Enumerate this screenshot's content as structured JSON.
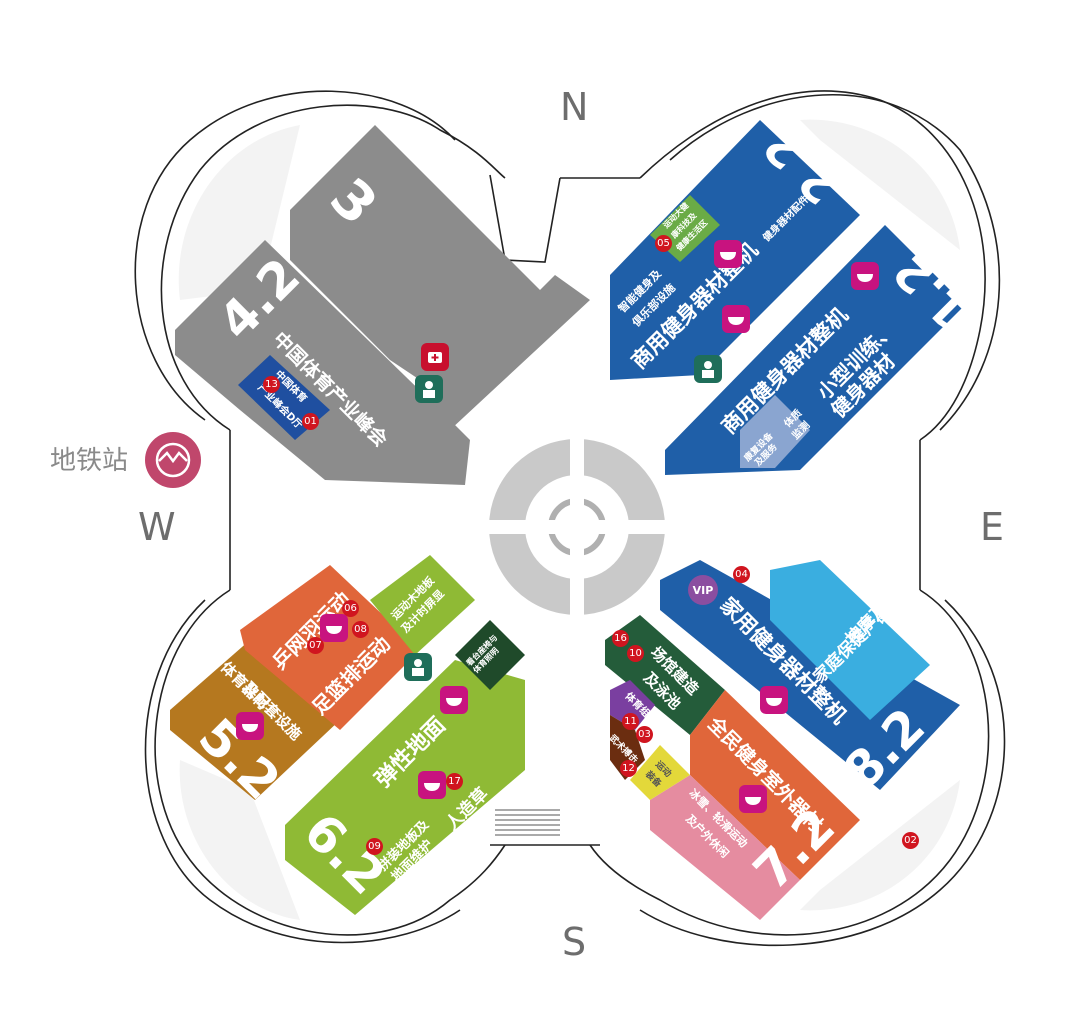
{
  "compass": {
    "north": "N",
    "south": "S",
    "east": "E",
    "west": "W"
  },
  "metro": {
    "label": "地铁站",
    "icon": "metro-icon",
    "color": "#c0476c"
  },
  "colors": {
    "gray_hall": "#8c8c8c",
    "blue_hall": "#1f5fa8",
    "light_blue": "#3aaee0",
    "orange": "#e0663a",
    "brown": "#b5781f",
    "green": "#8fba35",
    "dark_green": "#1f5a32",
    "pink": "#e58ca0",
    "food": "#c8137f",
    "badge": "#d0151f"
  },
  "halls": {
    "h3": {
      "number": "3"
    },
    "h42": {
      "number": "4.2",
      "label": "中国体育产业峰会",
      "sub1": "中国体育",
      "sub2": "产业峰会D厅"
    },
    "h22": {
      "number": "2.2",
      "label": "商用健身器材整机",
      "sub_fitness_parts": "健身器材配件",
      "sub_smart_gym_l1": "智能健身及",
      "sub_smart_gym_l2": "俱乐部设施",
      "sub_sports_l1": "运动大健",
      "sub_sports_l2": "康科技及",
      "sub_sports_l3": "健康生活区"
    },
    "h12": {
      "number": "1.2",
      "label": "商用健身器材整机",
      "sub_small_l1": "小型训练、",
      "sub_small_l2": "健身器材",
      "sub_rehab_l1": "康复设备",
      "sub_rehab_l2": "及服务",
      "sub_test_l1": "体质",
      "sub_test_l2": "监测"
    },
    "h82": {
      "number": "8.2",
      "label": "家用健身器材整机",
      "sub_massage_l1": "按摩及",
      "sub_massage_l2": "家庭保健产品"
    },
    "h72": {
      "number": "7.2",
      "label": "全民健身室外器材",
      "sub_venue_l1": "场馆建造",
      "sub_venue_l2": "及泳池",
      "sub_org": "体育组织",
      "sub_martial_l1": "武术搏击",
      "sub_run_l1": "运动",
      "sub_run_l2": "装备",
      "sub_ice_l1": "冰雪、轮滑运动",
      "sub_ice_l2": "及户外休闲"
    },
    "h52": {
      "number": "5.2",
      "label_l1": "体育器材",
      "label_l2": "及配套设施"
    },
    "h62": {
      "number": "6.2",
      "label": "弹性地面",
      "sub_grass": "人造草",
      "sub_floor_l1": "拼装地板及",
      "sub_floor_l2": "地面维护",
      "sub_stand_l1": "看台座椅与",
      "sub_stand_l2": "体育照明"
    },
    "orange_zone": {
      "label_pingpong": "乒网羽运动",
      "label_football": "足篮排运动",
      "label_wood_l1": "运动木地板",
      "label_wood_l2": "及计时屏显"
    }
  },
  "badges": [
    "01",
    "02",
    "03",
    "04",
    "05",
    "06",
    "07",
    "08",
    "09",
    "10",
    "11",
    "12",
    "13",
    "16",
    "17"
  ],
  "icons": {
    "food": "food-icon",
    "service": "service-desk-icon",
    "medical": "first-aid-icon",
    "vip": "VIP"
  }
}
